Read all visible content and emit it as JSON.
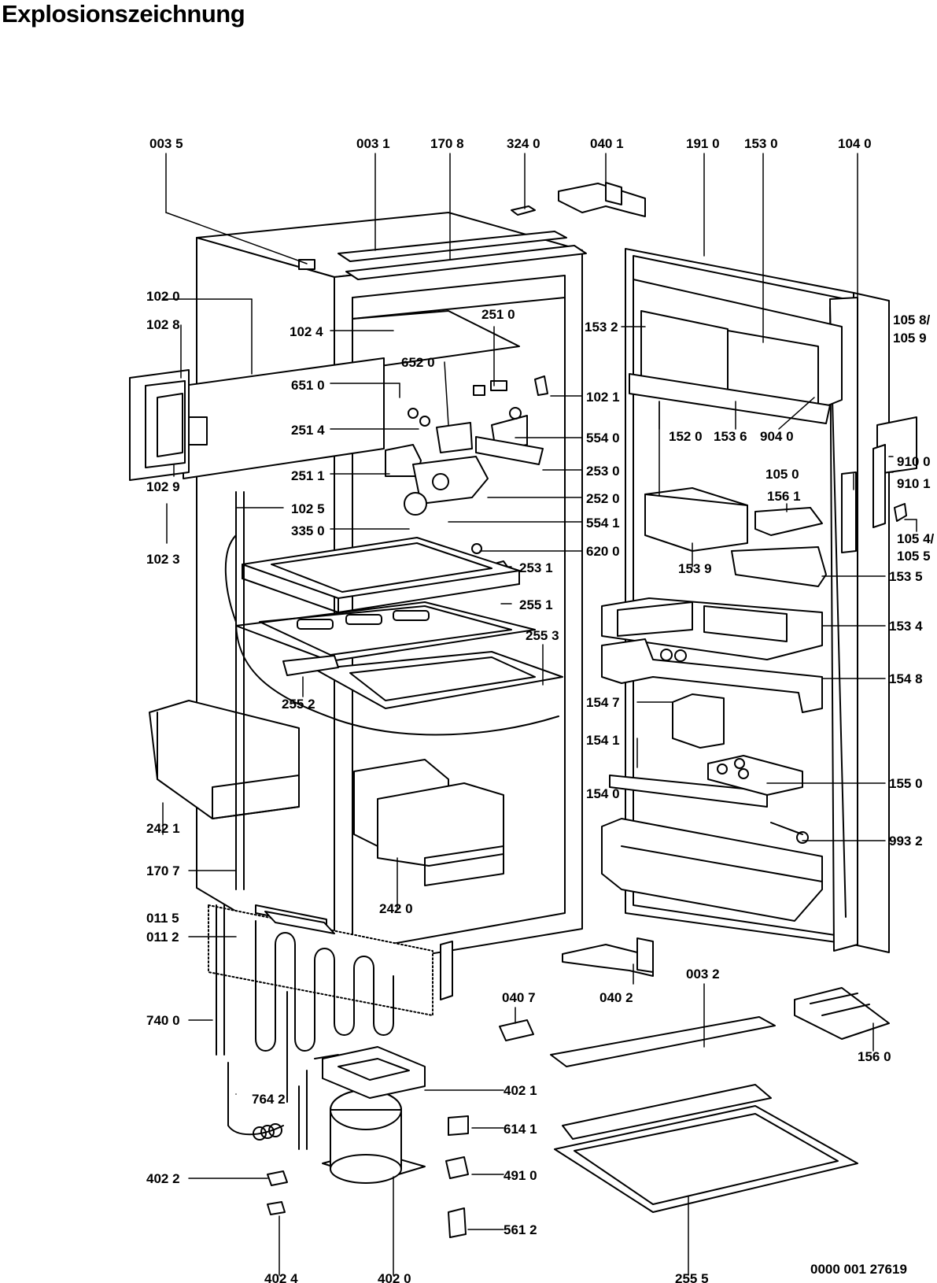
{
  "title": "Explosionszeichnung",
  "document_number": "0000 001 27619",
  "labels": {
    "l0035": "003 5",
    "l0031": "003 1",
    "l1708": "170 8",
    "l3240": "324 0",
    "l0401": "040 1",
    "l1910": "191 0",
    "l1530": "153 0",
    "l1040": "104 0",
    "l1020": "102 0",
    "l1028": "102 8",
    "l1024": "102 4",
    "l2510": "251 0",
    "l6520": "652 0",
    "l6510": "651 0",
    "l2514": "251 4",
    "l2511": "251 1",
    "l1029": "102 9",
    "l1025": "102 5",
    "l1023": "102 3",
    "l3350": "335 0",
    "l1021": "102 1",
    "l5540": "554 0",
    "l2530": "253 0",
    "l2520": "252 0",
    "l5541": "554 1",
    "l6200": "620 0",
    "l2531": "253 1",
    "l2551": "255 1",
    "l2553": "255 3",
    "l2552": "255 2",
    "l2421": "242 1",
    "l1707": "170 7",
    "l0115": "011 5",
    "l0112": "011 2",
    "l2420": "242 0",
    "l7400": "740 0",
    "l7642": "764 2",
    "l4022": "402 2",
    "l4024": "402 4",
    "l4020": "402 0",
    "l0407": "040 7",
    "l0402": "040 2",
    "l0032": "003 2",
    "l4021": "402 1",
    "l6141": "614 1",
    "l4910": "491 0",
    "l5612": "561 2",
    "l2555": "255 5",
    "l1560": "156 0",
    "l1532": "153 2",
    "l1520": "152 0",
    "l1536": "153 6",
    "l9040": "904 0",
    "l1058": "105 8/",
    "l1059": "105 9",
    "l9100": "910 0",
    "l9101": "910 1",
    "l1050": "105 0",
    "l1561": "156 1",
    "l1054": "105 4/",
    "l1055": "105 5",
    "l1539": "153 9",
    "l1535": "153 5",
    "l1534": "153 4",
    "l1548": "154 8",
    "l1547": "154 7",
    "l1541": "154 1",
    "l1550": "155 0",
    "l1540": "154 0",
    "l9932": "993 2"
  }
}
